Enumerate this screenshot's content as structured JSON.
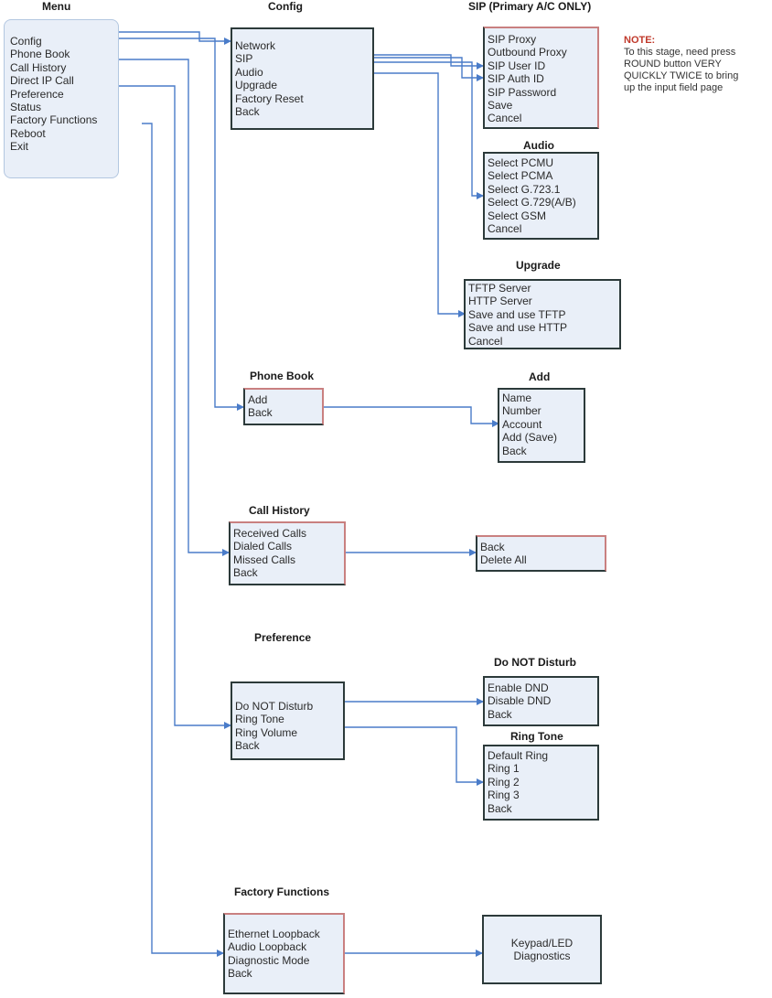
{
  "titles": {
    "menu": "Menu",
    "config": "Config",
    "sip": "SIP (Primary A/C ONLY)",
    "audio": "Audio",
    "upgrade": "Upgrade",
    "phonebook": "Phone Book",
    "add": "Add",
    "callhistory": "Call History",
    "preference": "Preference",
    "dnd": "Do NOT Disturb",
    "ringtone": "Ring Tone",
    "factory": "Factory Functions"
  },
  "menu": {
    "items": [
      "Config",
      "Phone Book",
      "Call History",
      "Direct IP Call",
      "Preference",
      "Status",
      "Factory Functions",
      "Reboot",
      "Exit"
    ]
  },
  "config": {
    "items": [
      "Network",
      "SIP",
      "Audio",
      "Upgrade",
      "Factory Reset",
      "Back"
    ]
  },
  "sip": {
    "items": [
      "SIP Proxy",
      "Outbound Proxy",
      "SIP User ID",
      "SIP Auth ID",
      "SIP Password",
      "Save",
      "Cancel"
    ]
  },
  "audio": {
    "items": [
      "Select PCMU",
      "Select PCMA",
      "Select G.723.1",
      "Select G.729(A/B)",
      "Select GSM",
      "Cancel"
    ]
  },
  "upgrade": {
    "items": [
      "TFTP Server",
      "HTTP Server",
      "Save and use TFTP",
      "Save and use HTTP",
      "Cancel"
    ]
  },
  "phonebook": {
    "items": [
      "Add",
      "Back"
    ]
  },
  "add": {
    "items": [
      "Name",
      "Number",
      "Account",
      "Add (Save)",
      "Back"
    ]
  },
  "callhistory": {
    "items": [
      "Received Calls",
      "Dialed Calls",
      "Missed Calls",
      "Back"
    ]
  },
  "historyactions": {
    "items": [
      "Back",
      "Delete All"
    ]
  },
  "preference": {
    "items": [
      "Do NOT Disturb",
      "Ring Tone",
      "Ring Volume",
      "Back"
    ]
  },
  "dnd": {
    "items": [
      "Enable DND",
      "Disable DND",
      "Back"
    ]
  },
  "ringtone": {
    "items": [
      "Default Ring",
      "Ring 1",
      "Ring 2",
      "Ring 3",
      "Back"
    ]
  },
  "factory": {
    "items": [
      "Ethernet Loopback",
      "Audio Loopback",
      "Diagnostic Mode",
      "Back"
    ]
  },
  "keypad": {
    "items": [
      "Keypad/LED",
      "Diagnostics"
    ]
  },
  "note": {
    "title": "NOTE:",
    "lines": [
      "To this stage, need press",
      "ROUND button VERY",
      "QUICKLY TWICE to bring",
      "up the input field page"
    ]
  },
  "colors": {
    "connector": "#4a7cc9",
    "box_fill": "#e9eff8",
    "box_border": "#2c3a3a",
    "note_title": "#c0392b"
  }
}
